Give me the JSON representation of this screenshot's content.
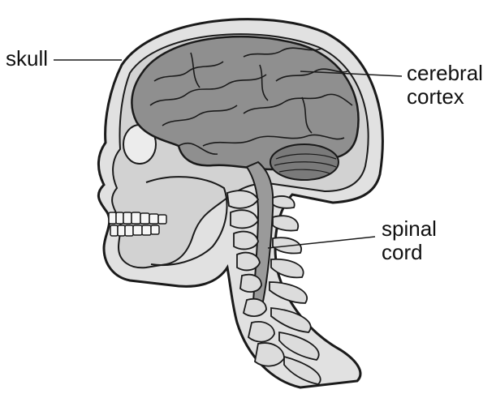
{
  "labels": {
    "skull": "skull",
    "cerebral_cortex": [
      "cerebral",
      "cortex"
    ],
    "spinal_cord": [
      "spinal",
      "cord"
    ]
  },
  "colors": {
    "outline": "#1a1a1a",
    "skin_fill": "#e1e1e1",
    "skull_fill": "#d2d2d2",
    "brain_fill": "#8f8f8f",
    "cerebellum_fill": "#7a7a7a",
    "spine_fill": "#dcdcdc",
    "cord_fill": "#9a9a9a"
  }
}
